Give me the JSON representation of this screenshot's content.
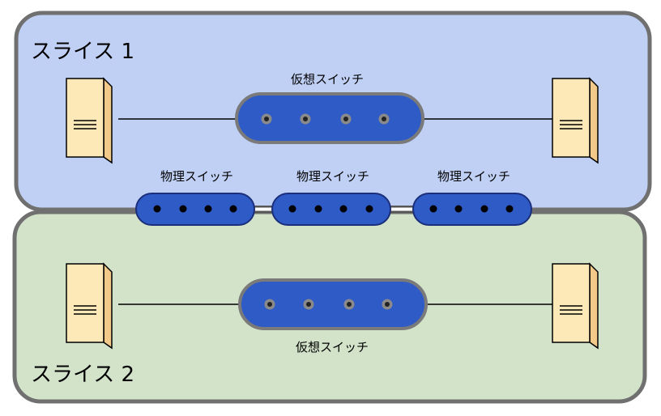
{
  "slices": [
    {
      "title": "スライス 1",
      "color": "#c0d0f5",
      "virtual_switch_label": "仮想スイッチ"
    },
    {
      "title": "スライス 2",
      "color": "#d2e3c9",
      "virtual_switch_label": "仮想スイッチ"
    }
  ],
  "physical_switches": [
    {
      "label": "物理スイッチ"
    },
    {
      "label": "物理スイッチ"
    },
    {
      "label": "物理スイッチ"
    }
  ],
  "colors": {
    "slice_border": "#707070",
    "switch_fill": "#2f5bc6",
    "switch_border": "#1b2f7a",
    "virtual_switch_border": "#7a7a7a",
    "server_face": "#fde8b8",
    "server_side": "#f3c98a"
  }
}
